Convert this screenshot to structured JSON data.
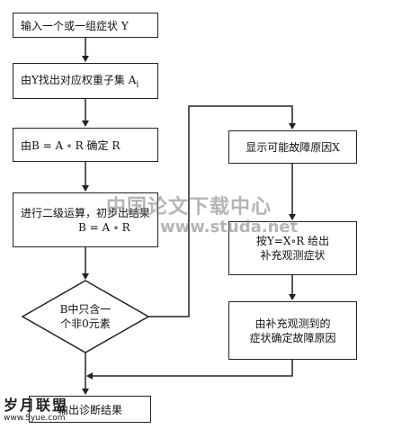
{
  "nodes": {
    "input": "输入一个或一组症状 Y",
    "find_set": "由Y找出对应权重子集 A",
    "find_set_sub": "i",
    "compute_r": "由B = A ∘ R 确定 R",
    "second_level": [
      "进行二级运算，初步出结果",
      "B = A ∘ R"
    ],
    "decision": [
      "B中只含一",
      "个非0元素"
    ],
    "show_cause": "显示可能故障原因X",
    "supplement": [
      "按Y=X∘R 给出",
      "补充观测症状"
    ],
    "determine": [
      "由补充观测到的",
      "症状确定故障原因"
    ],
    "output": "输出诊断结果"
  },
  "watermark": {
    "main": "中国论文下载中心",
    "url": "www.studa.net",
    "corner": "岁月联盟",
    "corner_url": "www.Syue.com"
  }
}
